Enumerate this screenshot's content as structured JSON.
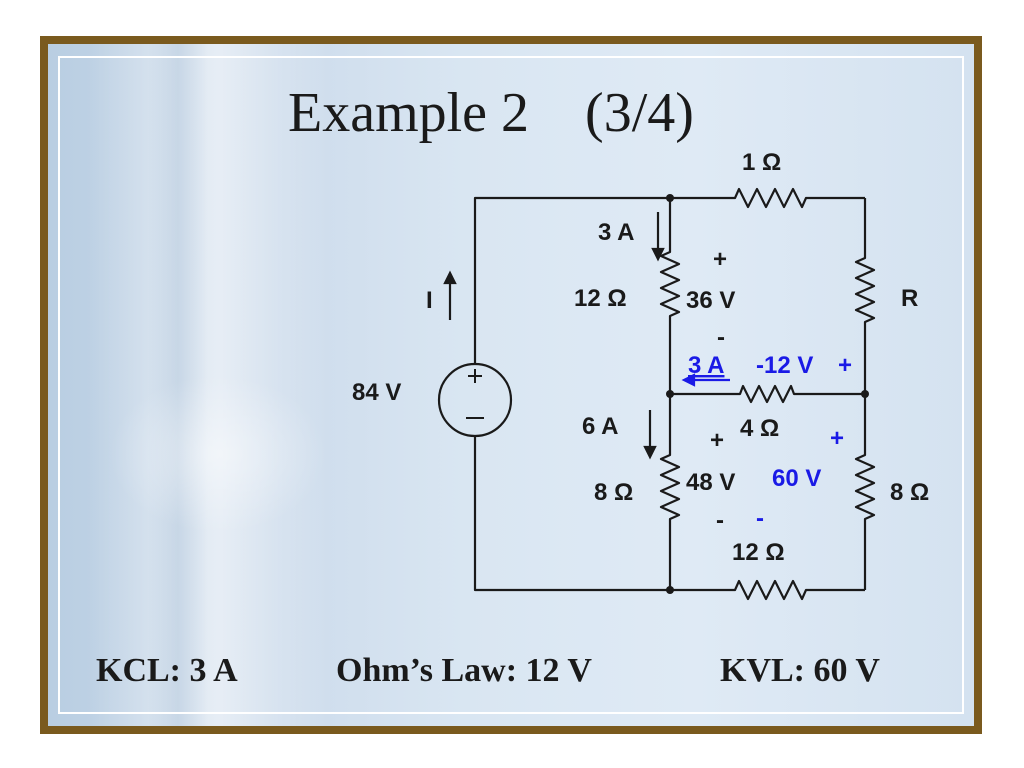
{
  "slide": {
    "title_main": "Example 2",
    "title_part": "(3/4)"
  },
  "circuit": {
    "labels": {
      "r_top": "1 Ω",
      "r_mid_left": "12 Ω",
      "r_right_top": "R",
      "r_mid": "4 Ω",
      "r_bottom_left": "8 Ω",
      "r_bottom_right": "8 Ω",
      "r_bottom": "12 Ω",
      "source_voltage": "84 V",
      "current_i": "I",
      "current_3a_top": "3 A",
      "current_6a": "6 A",
      "current_3a_mid": "3 A",
      "v_36": "36 V",
      "v_48": "48 V",
      "v_minus12": "-12 V",
      "v_60": "60 V",
      "plus": "+",
      "minus": "-"
    },
    "colors": {
      "wire": "#1a1a1a",
      "highlight": "#1a1ae6"
    }
  },
  "footer": {
    "kcl": "KCL: 3 A",
    "ohm": "Ohm’s Law: 12 V",
    "kvl": "KVL: 60 V"
  }
}
